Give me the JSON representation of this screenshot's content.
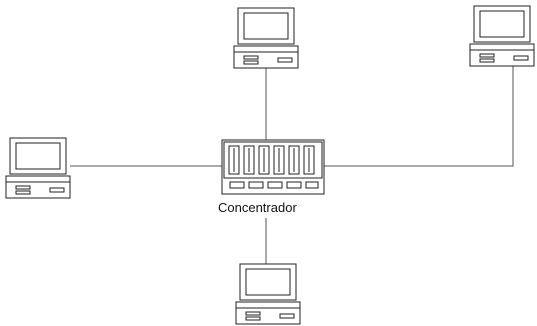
{
  "hub": {
    "label": "Concentrador",
    "icon": "hub-icon"
  },
  "computers": [
    {
      "name": "computer-top",
      "icon": "computer-icon"
    },
    {
      "name": "computer-top-right",
      "icon": "computer-icon"
    },
    {
      "name": "computer-left",
      "icon": "computer-icon"
    },
    {
      "name": "computer-bottom",
      "icon": "computer-icon"
    }
  ],
  "colors": {
    "stroke": "#222222",
    "line": "#555555",
    "background": "#ffffff"
  }
}
